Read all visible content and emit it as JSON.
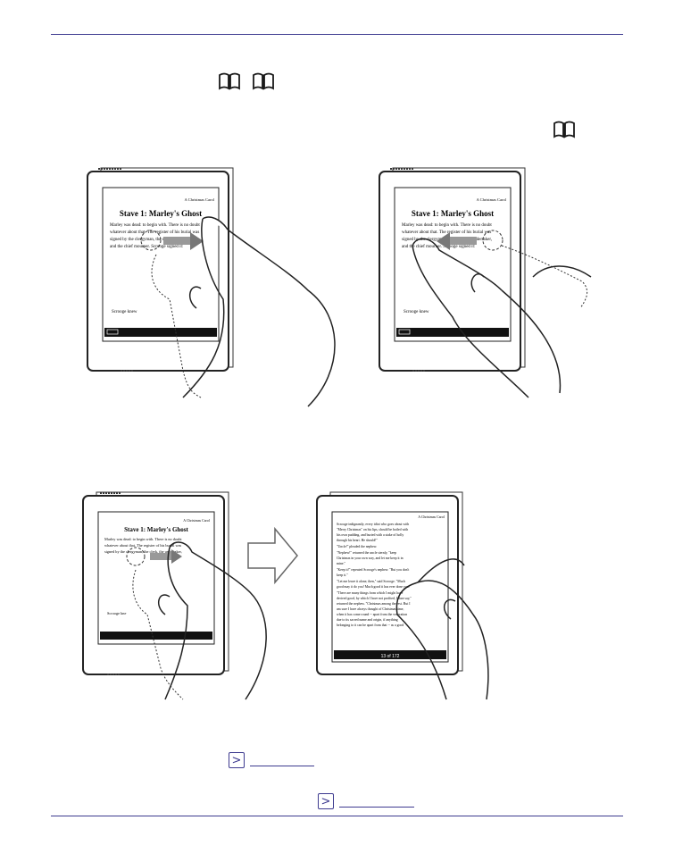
{
  "icons": {
    "book_icon_1": "book-icon",
    "book_icon_2": "book-icon",
    "book_icon_3": "book-icon"
  },
  "figure_1": {
    "reader": {
      "story_header": "A Christmas Carol",
      "chapter_title": "Stave 1: Marley's Ghost",
      "body": [
        "Marley was dead: to begin with. There is no doubt",
        "whatever about that. The register of his burial was",
        "signed by the clergyman, the clerk, the undertaker,",
        "and the chief mourner. Scrooge signed it:"
      ],
      "footer_text": "Scrooge knew"
    }
  },
  "figure_2": {
    "reader": {
      "story_header": "A Christmas Carol",
      "chapter_title": "Stave 1: Marley's Ghost",
      "body": [
        "Marley was dead: to begin with. There is no doubt",
        "whatever about that. The register of his burial was",
        "signed by the clergyman, the clerk, the undertaker,",
        "and the chief mourner. Scrooge signed it:"
      ],
      "footer_text": "Scrooge knew"
    }
  },
  "figure_3": {
    "reader_before": {
      "story_header": "A Christmas Carol",
      "chapter_title": "Stave 1: Marley's Ghost",
      "body": [
        "Marley was dead: to begin with. There is no doubt",
        "whatever about that. The register of his burial was",
        "signed by the clergyman, the clerk, the undertaker,"
      ],
      "footer_text": "Scrooge kne"
    },
    "reader_after": {
      "story_header": "A Christmas Carol",
      "body": [
        "Scrooge indignantly, every idiot who goes about with",
        "\"Merry Christmas\" on his lips, should be boiled with",
        "his own pudding, and buried with a stake of holly",
        "through his heart. He should!\"",
        "\"Uncle!\" pleaded the nephew.",
        "\"Nephew!\" returned the uncle sternly, \"keep",
        "Christmas in your own way, and let me keep it in",
        "mine.\"",
        "\"Keep it!\" repeated Scrooge's nephew. \"But you don't",
        "keep it.\"",
        "\"Let me leave it alone, then,\" said Scrooge. \"Much",
        "good may it do you! Much good it has ever done you!\"",
        "\"There are many things from which I might have",
        "derived good, by which I have not profited, I dare say,\"",
        "returned the nephew. \"Christmas among the rest. But I",
        "am sure I have always thought of Christmas time,",
        "when it has come round -- apart from the veneration",
        "due to its sacred name and origin, if anything",
        "belonging to it can be apart from that -- as a good"
      ],
      "page_indicator": "13 of 172"
    }
  },
  "links": {
    "link_1_icon": "arrow-right-icon",
    "link_2_icon": "arrow-right-icon"
  },
  "colors": {
    "rule": "#3d3a8f",
    "link": "#3d3a8f"
  }
}
